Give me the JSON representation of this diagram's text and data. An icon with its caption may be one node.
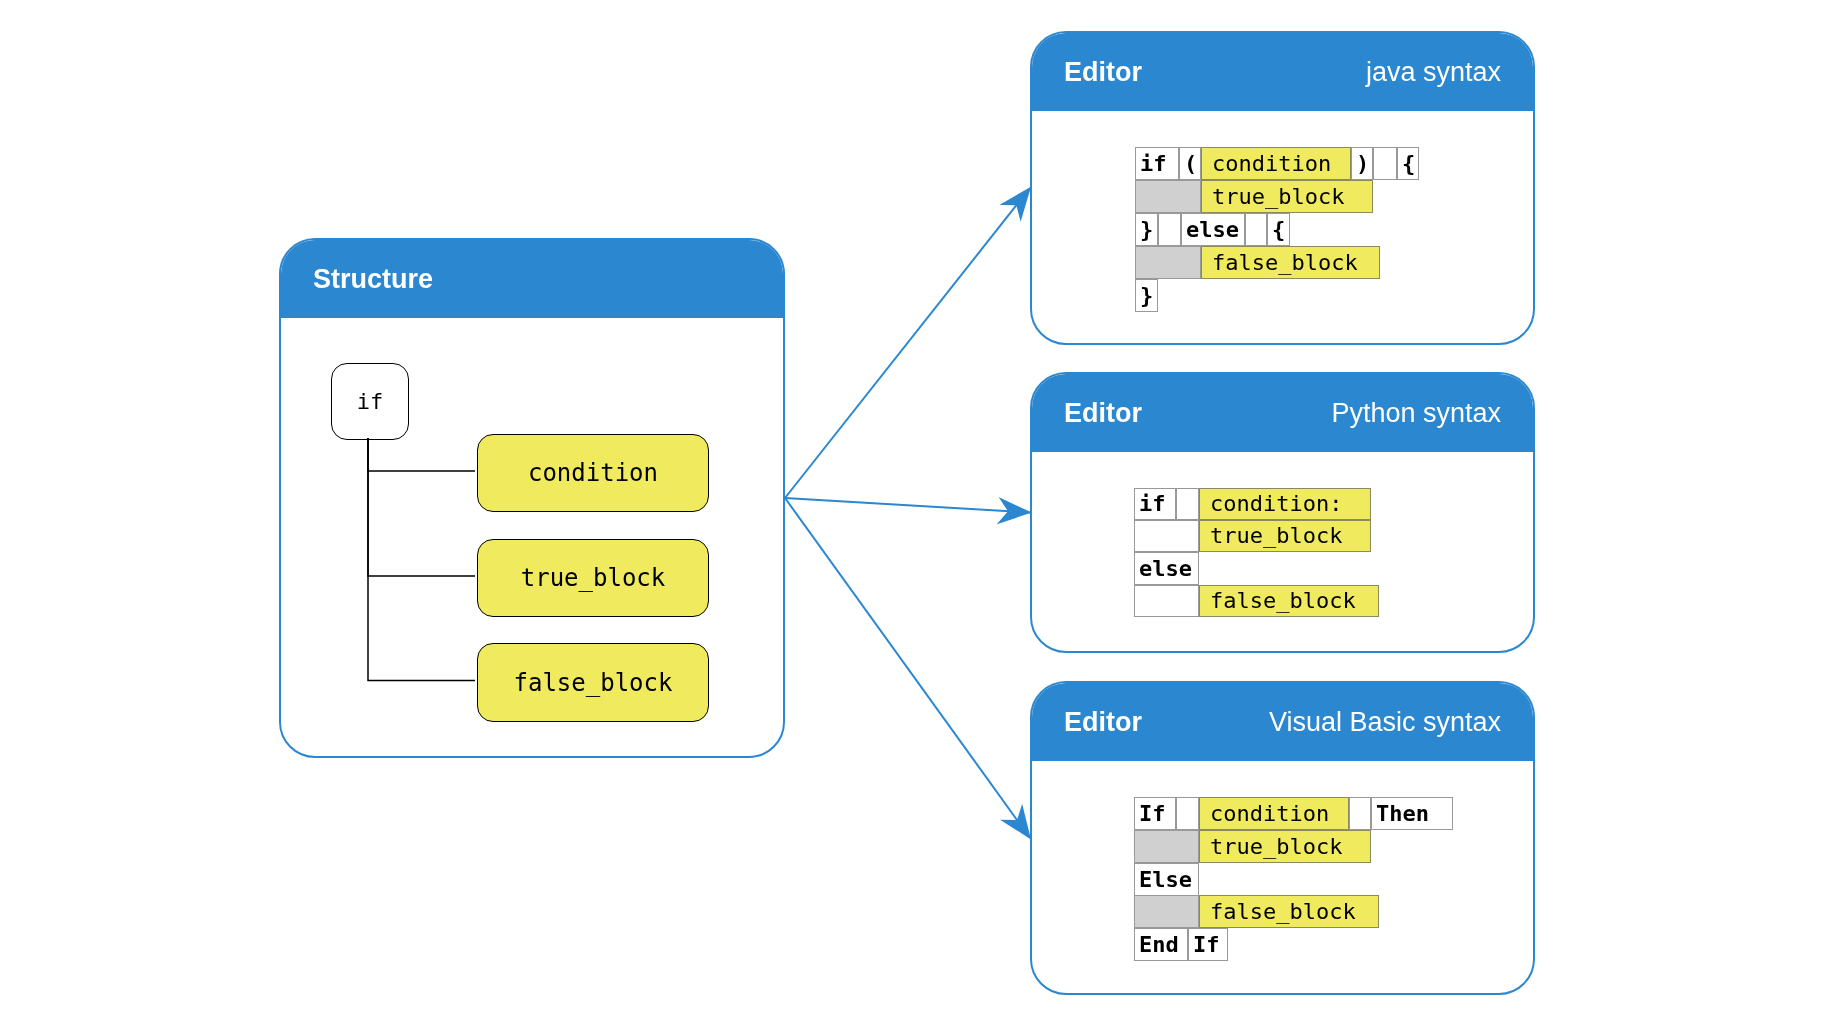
{
  "diagram": {
    "nodes": [
      {
        "text": [
          "Structure"
        ]
      },
      {
        "text": [
          "if"
        ],
        "in": 0
      },
      {
        "text": [
          "condition"
        ],
        "in": 0
      },
      {
        "text": [
          "true_block"
        ],
        "in": 0
      },
      {
        "text": [
          "false_block"
        ],
        "in": 0
      },
      {
        "text": [
          "Editor",
          "java syntax"
        ]
      },
      {
        "text": [
          "if"
        ],
        "in": 5
      },
      {
        "text": [
          "("
        ],
        "in": 5
      },
      {
        "text": [
          "condition"
        ],
        "in": 5
      },
      {
        "text": [
          ")"
        ],
        "in": 5
      },
      {
        "text": [],
        "shape": "box",
        "in": 5
      },
      {
        "text": [
          "{"
        ],
        "in": 5
      },
      {
        "text": [],
        "shape": "box",
        "in": 5
      },
      {
        "text": [
          "true_block"
        ],
        "in": 5
      },
      {
        "text": [
          "}"
        ],
        "in": 5
      },
      {
        "text": [],
        "shape": "box",
        "in": 5
      },
      {
        "text": [
          "else"
        ],
        "in": 5
      },
      {
        "text": [],
        "shape": "box",
        "in": 5
      },
      {
        "text": [
          "{"
        ],
        "in": 5
      },
      {
        "text": [],
        "shape": "box",
        "in": 5
      },
      {
        "text": [
          "false_block"
        ],
        "in": 5
      },
      {
        "text": [
          "}"
        ],
        "in": 5
      },
      {
        "text": [
          "Editor",
          "Python syntax"
        ]
      },
      {
        "text": [
          "if"
        ],
        "in": 22
      },
      {
        "text": [],
        "shape": "box",
        "in": 22
      },
      {
        "text": [
          "condition:"
        ],
        "in": 22
      },
      {
        "text": [],
        "shape": "box",
        "in": 22
      },
      {
        "text": [
          "true_block"
        ],
        "in": 22
      },
      {
        "text": [
          "else"
        ],
        "in": 22
      },
      {
        "text": [],
        "shape": "box",
        "in": 22
      },
      {
        "text": [
          "false_block"
        ],
        "in": 22
      },
      {
        "text": [
          "Editor",
          "Visual Basic syntax"
        ]
      },
      {
        "text": [
          "If"
        ],
        "in": 31
      },
      {
        "text": [],
        "shape": "box",
        "in": 31
      },
      {
        "text": [
          "condition"
        ],
        "in": 31
      },
      {
        "text": [],
        "shape": "box",
        "in": 31
      },
      {
        "text": [
          "Then"
        ],
        "in": 31
      },
      {
        "text": [],
        "shape": "box",
        "in": 31
      },
      {
        "text": [
          "true_block"
        ],
        "in": 31
      },
      {
        "text": [
          "Else"
        ],
        "in": 31
      },
      {
        "text": [],
        "shape": "box",
        "in": 31
      },
      {
        "text": [
          "false_block"
        ],
        "in": 31
      },
      {
        "text": [
          "End"
        ],
        "in": 31
      },
      {
        "text": [
          "If"
        ],
        "in": 31
      }
    ],
    "edges": [
      {
        "from": 1,
        "to": 2,
        "arrow": "none"
      },
      {
        "from": 1,
        "to": 3,
        "arrow": "none"
      },
      {
        "from": 1,
        "to": 4,
        "arrow": "none"
      },
      {
        "from": 0,
        "to": 5,
        "arrow": "to",
        "color": "#2a87d0"
      },
      {
        "from": 0,
        "to": 22,
        "arrow": "to",
        "color": "#2a87d0"
      },
      {
        "from": 0,
        "to": 31,
        "arrow": "to",
        "color": "#2a87d0"
      }
    ]
  }
}
